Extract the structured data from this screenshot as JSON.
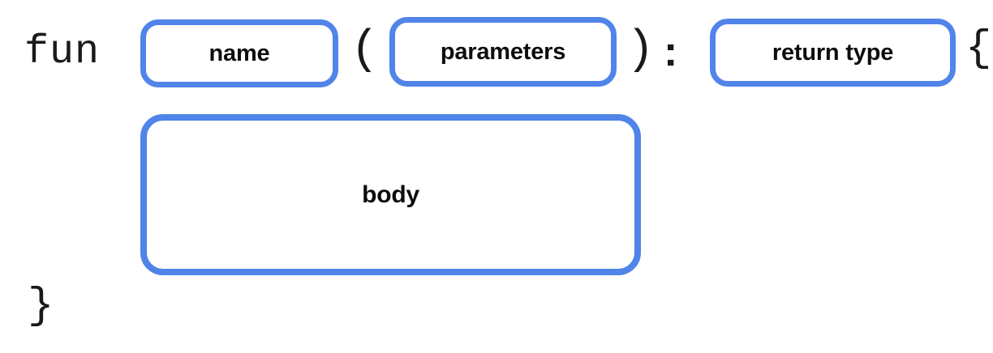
{
  "diagram": {
    "kind": "kotlin-function-declaration-template",
    "accent_color": "#5084e8",
    "text_color": "#111111",
    "background_color": "#ffffff",
    "syntax": {
      "keyword_fun": "fun",
      "paren_open": "(",
      "paren_close": ")",
      "colon": ":",
      "brace_open": "{",
      "brace_close": "}"
    },
    "slots": [
      {
        "id": "name",
        "label": "name"
      },
      {
        "id": "parameters",
        "label": "parameters"
      },
      {
        "id": "returntype",
        "label": "return type"
      },
      {
        "id": "body",
        "label": "body"
      }
    ]
  }
}
